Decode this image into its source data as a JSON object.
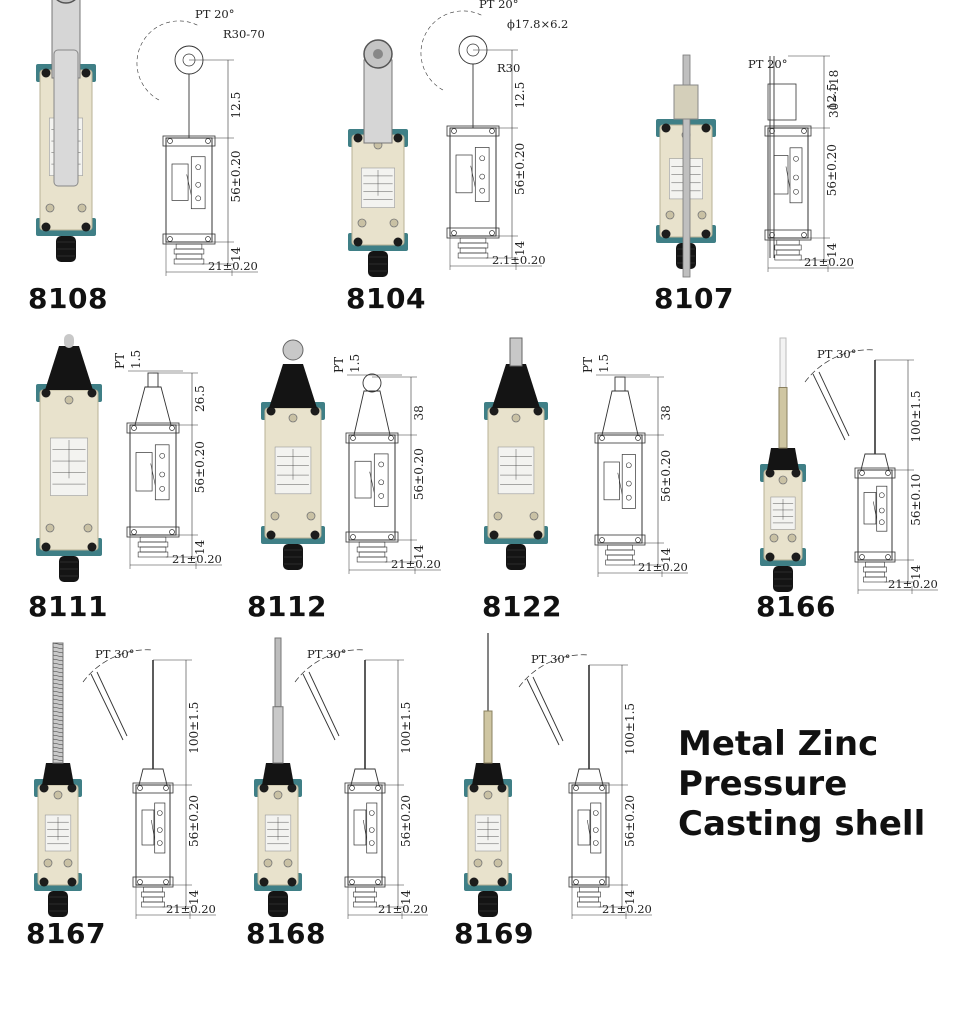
{
  "products": [
    {
      "model": "8108",
      "actuator": "roller-lever",
      "dims": {
        "top": "12.5",
        "body": "56±0.20",
        "base": "14",
        "width": "21±0.20",
        "angle": "PT 20°",
        "extra": "R30-70"
      }
    },
    {
      "model": "8104",
      "actuator": "roller-lever-short",
      "dims": {
        "top": "12.5",
        "body": "56±0.20",
        "base": "14",
        "width": "2.1±0.20",
        "angle": "PT 20°",
        "extra": "ϕ17.8×6.2",
        "extra2": "R30"
      }
    },
    {
      "model": "8107",
      "actuator": "rod-lever",
      "dims": {
        "top": "12.5",
        "body": "56±0.20",
        "base": "14",
        "width": "21±0.20",
        "angle": "PT 20°",
        "extra": "30~118"
      }
    },
    {
      "model": "8111",
      "actuator": "plunger",
      "dims": {
        "top": "26.5",
        "body": "56±0.20",
        "base": "14",
        "width": "21±0.20",
        "angle": "PT",
        "extra": "1.5"
      }
    },
    {
      "model": "8112",
      "actuator": "roller-plunger",
      "dims": {
        "top": "38",
        "body": "56±0.20",
        "base": "14",
        "width": "21±0.20",
        "angle": "PT",
        "extra": "1.5"
      }
    },
    {
      "model": "8122",
      "actuator": "cross-roller-plunger",
      "dims": {
        "top": "38",
        "body": "56±0.20",
        "base": "14",
        "width": "21±0.20",
        "angle": "PT",
        "extra": "1.5"
      }
    },
    {
      "model": "8166",
      "actuator": "plastic-rod-spring",
      "dims": {
        "top": "100±1.5",
        "body": "56±0.10",
        "base": "14",
        "width": "21±0.20",
        "angle": "PT 30°"
      }
    },
    {
      "model": "8167",
      "actuator": "coil-spring",
      "dims": {
        "top": "100±1.5",
        "body": "56±0.20",
        "base": "14",
        "width": "21±0.20",
        "angle": "PT 30°"
      }
    },
    {
      "model": "8168",
      "actuator": "steel-rod-spring",
      "dims": {
        "top": "100±1.5",
        "body": "56±0.20",
        "base": "14",
        "width": "21±0.20",
        "angle": "PT 30°"
      }
    },
    {
      "model": "8169",
      "actuator": "wire-spring",
      "dims": {
        "top": "100±1.5",
        "body": "56±0.20",
        "base": "14",
        "width": "21±0.20",
        "angle": "PT 30°"
      }
    }
  ],
  "tagline": {
    "line1": "Metal Zinc",
    "line2": "Pressure",
    "line3": "Casting shell"
  },
  "colors": {
    "body": "#e8e2cc",
    "label": "#f3f3f0",
    "teal": "#3f7f86",
    "black": "#141414",
    "line": "#333333",
    "text": "#111111"
  }
}
